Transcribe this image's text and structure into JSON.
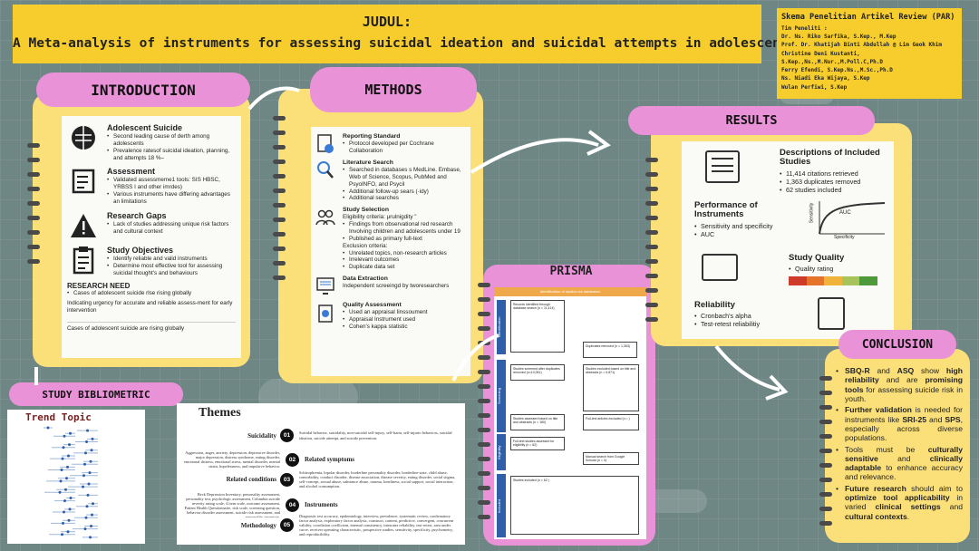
{
  "header": {
    "judul": "JUDUL:",
    "title": "A Meta-analysis of instruments for assessing suicidal ideation and suicidal attempts in adolescents"
  },
  "team": {
    "title": "Skema Penelitian Artikel Review (PAR)",
    "label": "Tim Peneliti :",
    "members": [
      "Dr. Ns. Riko Sarfika, S.Kep., M.Kep",
      "Prof. Dr. Khatijah Binti Abdullah @ Lim Geok Khim",
      "Christine Deni Kustanti, S.Kep.,Ns.,M.Nur.,M.Poll.C,Ph.D",
      "Ferry Efendi, S.Kep.Ns.,M.Sc.,Ph.D",
      "Ns. Niadi Eka Wijaya, S.Kep",
      "Wulan Perfiwi, S.Kep"
    ]
  },
  "colors": {
    "yellow": "#f6cd2d",
    "pink": "#e992d8",
    "note": "#fbe07a",
    "background": "#6f8784"
  },
  "introduction": {
    "title": "INTRODUCTION",
    "sections": [
      {
        "icon": "globe-head-icon",
        "heading": "Adolescent Suicide",
        "items": [
          "Second leading cause of derth among adolescents",
          "Prevalence ratesof suicidal ideation, planning, and attempts 18 %–"
        ]
      },
      {
        "icon": "checklist-icon",
        "heading": "Assessment",
        "items": [
          "Validated assessmeme1 tools: SIS HBSC, YRBSS I and other imrdes)",
          "Various instruments have differing advantages an limitations"
        ]
      },
      {
        "icon": "warning-icon",
        "heading": "Research Gaps",
        "items": [
          "Lack of studies addressing unique risk factors and cultural context"
        ]
      },
      {
        "icon": "clipboard-icon",
        "heading": "Study Objectives",
        "items": [
          "Identify reliable and valid instruments",
          "Determine most effective tool for assessing suicidal thought's and behaviours"
        ]
      }
    ],
    "need_heading": "RESEARCH NEED",
    "need_items": [
      "Cases of adolescent suicide rlse rising globally"
    ],
    "need_text": "Indicating urgency for accurate and reliable assess-ment for early intervention",
    "footer": "Cases of adolescent suicide are rising globally"
  },
  "methods": {
    "title": "METHODS",
    "sections": [
      {
        "icon": "document-check-icon",
        "heading": "Reporting Standard",
        "lines": [],
        "items": [
          "Protocol developed per Cochrane Collaboration"
        ]
      },
      {
        "icon": "magnifier-icon",
        "heading": "Literature Search",
        "lines": [],
        "items": [
          "Searched in databases s MedLine. Embase, Web of Science, Scopus, PubMed and PsyoINFO, and Psycil",
          "Additional follow-up sears (·idy)",
          "Additional searches"
        ]
      },
      {
        "icon": "people-icon",
        "heading": "Study Selection",
        "lines": [
          "Eligibility criteria: µrulnigdity \""
        ],
        "items": [
          "Findings from observational red research Involving children and adolescents under 19",
          "Published as primary full-text"
        ],
        "lines2": [
          "Exclusion criteria:"
        ],
        "items2": [
          "Unrelated topics, non-research articles",
          "Irrelevant outcomes",
          "Duplicate data set"
        ]
      },
      {
        "icon": "monitor-icon",
        "heading": "Data Extraction",
        "lines": [
          "Independent screeingd by tworesearchers"
        ],
        "items": []
      },
      {
        "icon": "clipboard-check-icon",
        "heading": "Quality Assessment",
        "lines": [],
        "items": [
          "Used an appraisal Iinssoument",
          "Appraisal Instrument used",
          "Cohen's kappa statistic"
        ]
      }
    ]
  },
  "prisma": {
    "title": "PRISMA",
    "banner": "Identification of studies via databases",
    "stages": [
      "Identification",
      "Screening",
      "Eligibility",
      "Included"
    ],
    "boxes": {
      "identified": "Records identified through database search (n = 11,414)",
      "duplicates": "Duplicates removed (n = 1,363)",
      "screened": "Studies screened after duplicates removed (n=10,051)",
      "excluded_title": "Studies excluded based on title and abstracts (n = 9,871)",
      "full_text": "Studies assessed based on title and abstracts (n = 180)",
      "full_excluded": "Full-text articles excluded (n = )",
      "eligibility": "Full-text studies assessed for eligibility (n = 62)",
      "manual": "Manual search from Google Scholar (n = 0)",
      "included": "Studies included (n = 62 )"
    }
  },
  "results": {
    "title": "RESULTS",
    "descriptions": {
      "heading": "Descriptions of Included Studies",
      "items": [
        "11,414 citations retrieved",
        "1,363 duplicates removed",
        "62 studies included"
      ]
    },
    "performance": {
      "heading": "Performance of Instruments",
      "items": [
        "Sensitivity and specificity",
        "AUC"
      ],
      "auc_label": "AUC",
      "x_label": "Specificity",
      "y_label": "Sensitivity"
    },
    "quality": {
      "heading": "Study Quality",
      "items": [
        "Quality rating"
      ],
      "bar_colors": [
        "#cf3b2b",
        "#e5742a",
        "#f0b43a",
        "#a6c45a",
        "#4e9a3a"
      ]
    },
    "reliability": {
      "heading": "Reliability",
      "items": [
        "Cronbach's alpha",
        "Test-retest reliabilitiy"
      ]
    }
  },
  "conclusion": {
    "title": "CONCLUSION",
    "items": [
      [
        {
          "t": "SBQ-R",
          "b": true
        },
        {
          "t": " and ",
          "b": false
        },
        {
          "t": "ASQ",
          "b": true
        },
        {
          "t": " show ",
          "b": false
        },
        {
          "t": "high reliability",
          "b": true
        },
        {
          "t": " and are ",
          "b": false
        },
        {
          "t": "promising tools",
          "b": true
        },
        {
          "t": " for assessing suicide risk in youth.",
          "b": false
        }
      ],
      [
        {
          "t": "Further validation",
          "b": true
        },
        {
          "t": " is needed for instruments like ",
          "b": false
        },
        {
          "t": "SRI-25",
          "b": true
        },
        {
          "t": " and ",
          "b": false
        },
        {
          "t": "SPS",
          "b": true
        },
        {
          "t": ", especially across diverse populations.",
          "b": false
        }
      ],
      [
        {
          "t": "Tools must be ",
          "b": false
        },
        {
          "t": "culturally sensitive",
          "b": true
        },
        {
          "t": " and ",
          "b": false
        },
        {
          "t": "clinically adaptable",
          "b": true
        },
        {
          "t": " to enhance accuracy and relevance.",
          "b": false
        }
      ],
      [
        {
          "t": "Future research",
          "b": true
        },
        {
          "t": " should aim to ",
          "b": false
        },
        {
          "t": "optimize tool applicability",
          "b": true
        },
        {
          "t": " in varied ",
          "b": false
        },
        {
          "t": "clinical settings",
          "b": true
        },
        {
          "t": " and ",
          "b": false
        },
        {
          "t": "cultural contexts",
          "b": true
        },
        {
          "t": ".",
          "b": false
        }
      ]
    ]
  },
  "bibliometric": {
    "title": "STUDY BIBLIOMETRIC",
    "trend_title": "Trend Topic"
  },
  "themes": {
    "title": "Themes",
    "items": [
      {
        "num": "01",
        "label": "Suicidality",
        "text": "Suicidal behavior, suicidality, non-suicidal self-injury, self-harm, self-injurio behaviors, suicidal ideation, suicide attempt, and suicide prevention."
      },
      {
        "num": "02",
        "label": "Related symptoms",
        "text": "Aggression, anger, anxiety, depression, depressive disorder, major depression, distress syndrome, eating disorder, emotional distress, emotional stress, mental disorder, mental strain, hopelessness, and impulsive behavior."
      },
      {
        "num": "03",
        "label": "Related conditions",
        "text": "Schizophrenia, bipolar disorder, borderline personality disorder, borderline state, child abuse, comorbidity, conduct disorder, disease association, disease severity, eating disorder, social stigma, self-concept, sexual abuse, substance abuse, trauma, loneliness, social support, social interaction, and alcohol consumption."
      },
      {
        "num": "04",
        "label": "Instruments",
        "text": "Beck Depression Inventory, personality assessment, personality test, psychologic assessment, Columbia suicide severity rating scale, 4 item scale, outcome assessment, Patient Health Questionnaire, risk scale, screening question, behavior disorder assessment, suicide risk assessment, and personality inventory."
      },
      {
        "num": "05",
        "label": "Methodology",
        "text": "Diagnostic test accuracy, epidemiology, interview, prevalence, systematic review, confirmatory factor analysis, exploratory factor analysis, construct, content, predictive, convergent, concurrent validity, correlation coefficient, internal consistency, interrater reliability, test-retest, area under curve, receiver operating characteristic, prospective studies, sensitivity, specificity, psychometry, and reproducibility."
      }
    ]
  }
}
